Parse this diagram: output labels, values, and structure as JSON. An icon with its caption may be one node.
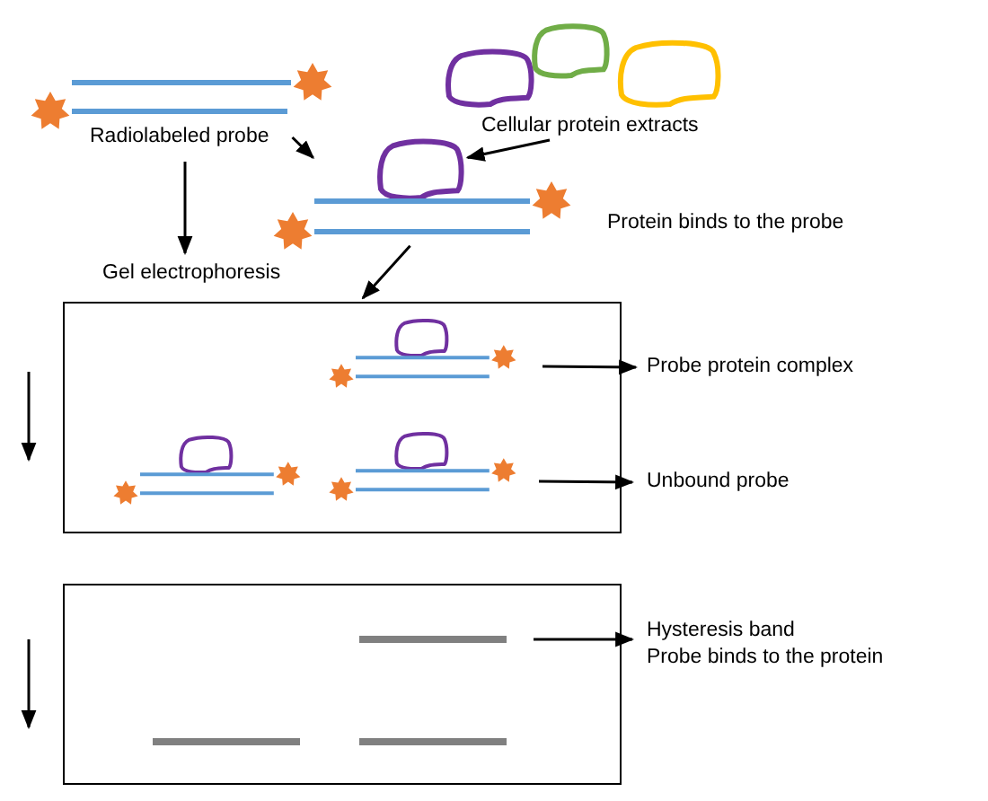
{
  "diagram": {
    "nodes": [
      {
        "text": [
          "Radiolabeled probe"
        ]
      },
      {
        "text": [
          "Cellular protein extracts"
        ]
      },
      {
        "text": [],
        "shape": "picture"
      },
      {
        "text": [
          "Gel electrophoresis"
        ]
      },
      {
        "text": [],
        "shape": "box"
      },
      {
        "text": [
          "Probe protein complex"
        ]
      },
      {
        "text": [
          "Unbound probe"
        ]
      },
      {
        "text": [],
        "shape": "box"
      },
      {
        "text": [
          "Hysteresis band",
          "Probe binds to the protein"
        ]
      }
    ],
    "edges": [
      {
        "from": 0,
        "to": 2,
        "arrow": "to"
      },
      {
        "from": 1,
        "to": 2,
        "arrow": "to"
      },
      {
        "from": 0,
        "to": 3,
        "arrow": "to"
      },
      {
        "from": 2,
        "to": 4,
        "arrow": "to"
      },
      {
        "from": 4,
        "to": 5,
        "arrow": "to"
      },
      {
        "from": 4,
        "to": 6,
        "arrow": "to"
      },
      {
        "from": 7,
        "to": 8,
        "arrow": "to"
      }
    ],
    "labels": [
      "Protein binds to the probe"
    ]
  }
}
